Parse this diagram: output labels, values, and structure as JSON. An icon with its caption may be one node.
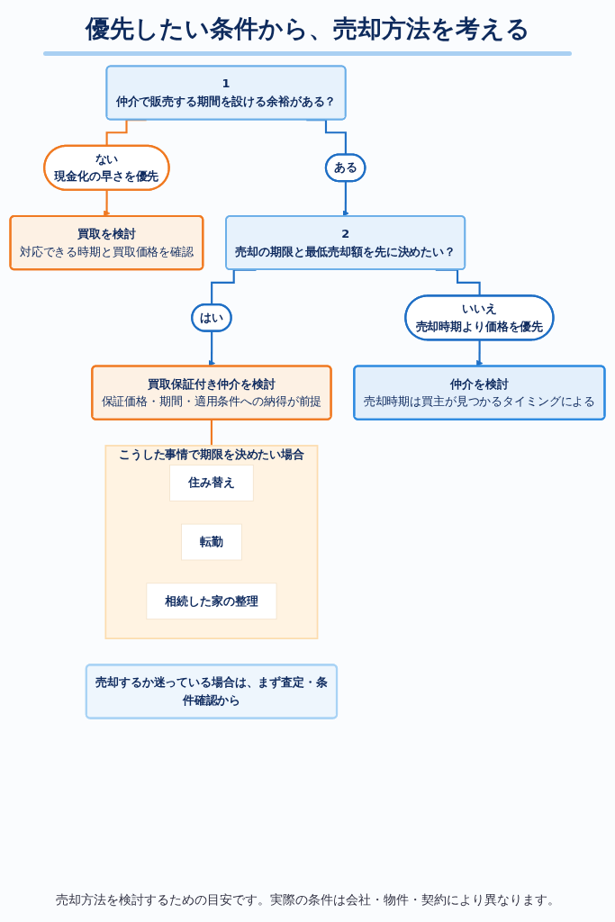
{
  "diagram": {
    "title": "優先したい条件から、売却方法を考える",
    "nodes": [
      {
        "text": [
          "1",
          "仲介で販売する期間を設ける余裕がある？"
        ]
      },
      {
        "text": [
          "ない",
          "現金化の早さを優先"
        ]
      },
      {
        "text": [
          "買取を検討",
          "対応できる時期と買取価格を確認"
        ]
      },
      {
        "text": [
          "ある"
        ]
      },
      {
        "text": [
          "2",
          "売却の期限と最低売却額を先に決めたい？"
        ]
      },
      {
        "text": [
          "はい"
        ]
      },
      {
        "text": [
          "いいえ",
          "売却時期より価格を優先"
        ]
      },
      {
        "text": [
          "買取保証付き仲介を検討",
          "保証価格・期間・適用条件への納得が前提"
        ]
      },
      {
        "text": [
          "仲介を検討",
          "売却時期は買主が見つかるタイミングによる"
        ]
      },
      {
        "text": [
          "こうした事情で期限を決めたい場合"
        ]
      },
      {
        "text": [
          "住み替え"
        ],
        "in": 9
      },
      {
        "text": [
          "転勤"
        ],
        "in": 9
      },
      {
        "text": [
          "相続した家の整理"
        ],
        "in": 9
      },
      {
        "text": [
          "売却するか迷っている場合は、まず査定・条件確認から"
        ]
      }
    ],
    "edges": [
      {
        "from": 0,
        "to": 1,
        "arrow": "none",
        "color": "#f07a22"
      },
      {
        "from": 1,
        "to": 2,
        "arrow": "to",
        "color": "#f07a22"
      },
      {
        "from": 0,
        "to": 3,
        "arrow": "none"
      },
      {
        "from": 3,
        "to": 4,
        "arrow": "to"
      },
      {
        "from": 4,
        "to": 5,
        "arrow": "none"
      },
      {
        "from": 5,
        "to": 7,
        "arrow": "to"
      },
      {
        "from": 4,
        "to": 6,
        "arrow": "none"
      },
      {
        "from": 6,
        "to": 8,
        "arrow": "to"
      },
      {
        "from": 7,
        "to": 9,
        "arrow": "none",
        "color": "#f07a22"
      }
    ],
    "caption": "売却方法を検討するための目安です。実際の条件は会社・物件・契約により異なります。"
  }
}
